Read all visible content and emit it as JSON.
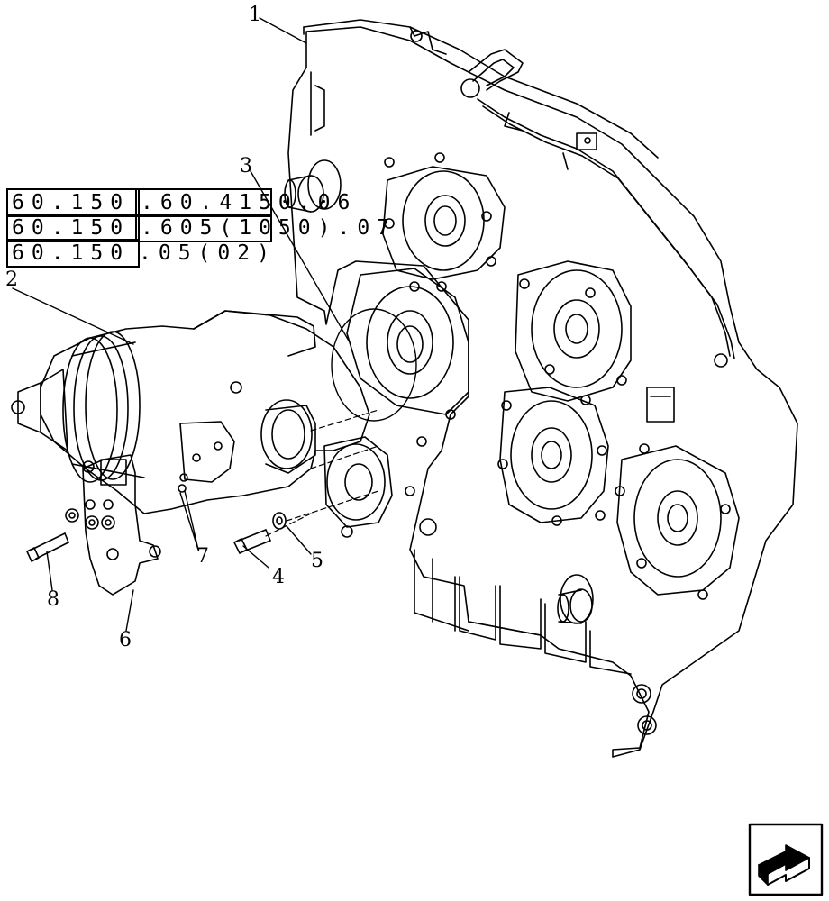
{
  "references": [
    {
      "prefix": "60.150",
      "suffix": ".60.4150.06"
    },
    {
      "prefix": "60.150",
      "suffix": ".605(1050).07"
    },
    {
      "prefix": "60.150",
      "suffix": ".05(02)"
    }
  ],
  "callouts": [
    "1",
    "2",
    "3",
    "4",
    "5",
    "6",
    "7",
    "8"
  ],
  "navigation": {
    "icon": "next-page-arrow-icon"
  }
}
